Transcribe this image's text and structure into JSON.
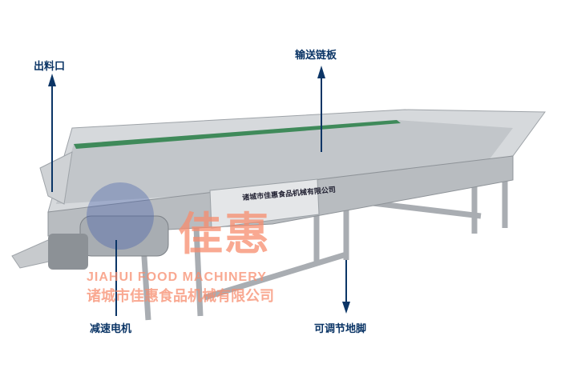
{
  "labels": {
    "outlet": "出料口",
    "conveyor_chain_plate": "输送链板",
    "reduction_motor": "减速电机",
    "adjustable_feet": "可调节地脚"
  },
  "watermark": {
    "brand_cn": "佳惠",
    "brand_en": "JIAHUI FOOD MACHINERY",
    "company_cn": "诸城市佳惠食品机械有限公司"
  },
  "nameplate": {
    "company": "诸城市佳惠食品机械有限公司"
  },
  "colors": {
    "label": "#0b3566",
    "watermark": "#f78c6e",
    "steel": "#c9ccd0"
  }
}
